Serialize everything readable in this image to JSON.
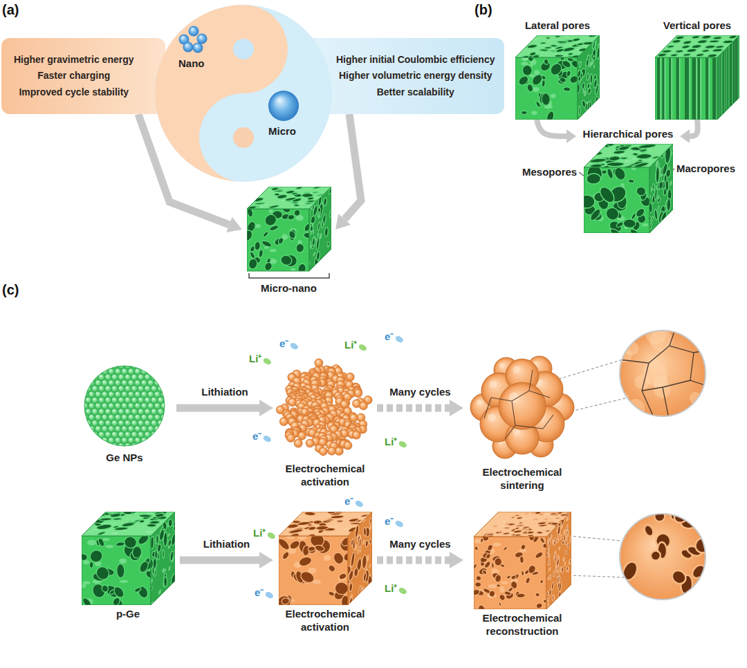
{
  "diagram": {
    "nodes": [
      {
        "text": [
          "Higher gravimetric energy",
          "Faster charging",
          "Improved cycle stability"
        ]
      },
      {
        "text": [
          "Nano",
          "Micro"
        ]
      },
      {
        "text": [
          "Higher initial Coulombic efficiency",
          "Higher volumetric energy density",
          "Better scalability"
        ]
      },
      {
        "text": [
          "Micro-nano"
        ]
      },
      {
        "text": [
          "Lateral pores"
        ]
      },
      {
        "text": [
          "Vertical pores"
        ]
      },
      {
        "text": [
          "Hierarchical pores"
        ]
      },
      {
        "text": [
          "Ge NPs"
        ]
      },
      {
        "text": [
          "Electrochemical activation"
        ]
      },
      {
        "text": [
          "Electrochemical sintering"
        ]
      },
      {
        "text": [
          "p-Ge"
        ]
      },
      {
        "text": [
          "Electrochemical activation"
        ]
      },
      {
        "text": [
          "Electrochemical reconstruction"
        ]
      }
    ],
    "edges": [
      {
        "from": 0,
        "to": 3,
        "arrow": "to"
      },
      {
        "from": 2,
        "to": 3,
        "arrow": "to"
      },
      {
        "from": 4,
        "to": 6,
        "arrow": "to"
      },
      {
        "from": 5,
        "to": 6,
        "arrow": "to"
      },
      {
        "from": 7,
        "to": 8,
        "label": "Lithiation",
        "arrow": "to"
      },
      {
        "from": 8,
        "to": 9,
        "label": "Many cycles",
        "arrow": "to"
      },
      {
        "from": 10,
        "to": 11,
        "label": "Lithiation",
        "arrow": "to"
      },
      {
        "from": 11,
        "to": 12,
        "label": "Many cycles",
        "arrow": "to"
      }
    ],
    "labels": [
      "(a)",
      "(b)",
      "(c)",
      "Mesopores",
      "Macropores",
      "Li⁺",
      "e⁻",
      "e⁻",
      "e⁻",
      "Li⁺",
      "Li⁺",
      "Li⁺",
      "e⁻",
      "e⁻",
      "e⁻",
      "Li⁺"
    ]
  }
}
